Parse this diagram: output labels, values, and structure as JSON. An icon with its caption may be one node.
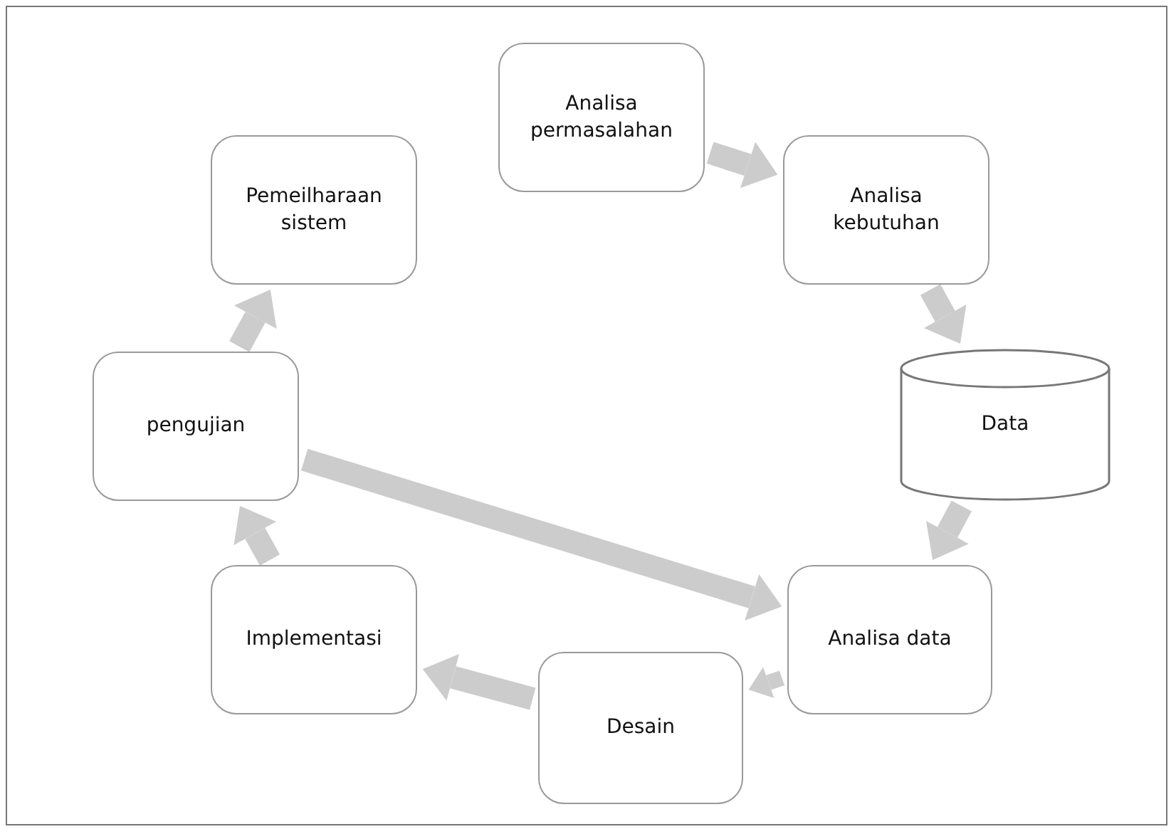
{
  "diagram": {
    "nodes": [
      {
        "text": [
          "Analisa permasalahan"
        ]
      },
      {
        "text": [
          "Analisa kebutuhan"
        ]
      },
      {
        "text": [
          "Data"
        ]
      },
      {
        "text": [
          "Analisa data"
        ]
      },
      {
        "text": [
          "Desain"
        ]
      },
      {
        "text": [
          "Implementasi"
        ]
      },
      {
        "text": [
          "pengujian"
        ]
      },
      {
        "text": [
          "Pemeilharaan sistem"
        ]
      }
    ],
    "edges": [
      {
        "from": 0,
        "to": 1,
        "arrow": "to"
      },
      {
        "from": 1,
        "to": 2,
        "arrow": "to"
      },
      {
        "from": 2,
        "to": 3,
        "arrow": "to"
      },
      {
        "from": 3,
        "to": 4,
        "arrow": "to"
      },
      {
        "from": 4,
        "to": 5,
        "arrow": "to"
      },
      {
        "from": 5,
        "to": 6,
        "arrow": "to"
      },
      {
        "from": 6,
        "to": 7,
        "arrow": "to"
      },
      {
        "from": 6,
        "to": 3,
        "arrow": "to"
      }
    ]
  }
}
